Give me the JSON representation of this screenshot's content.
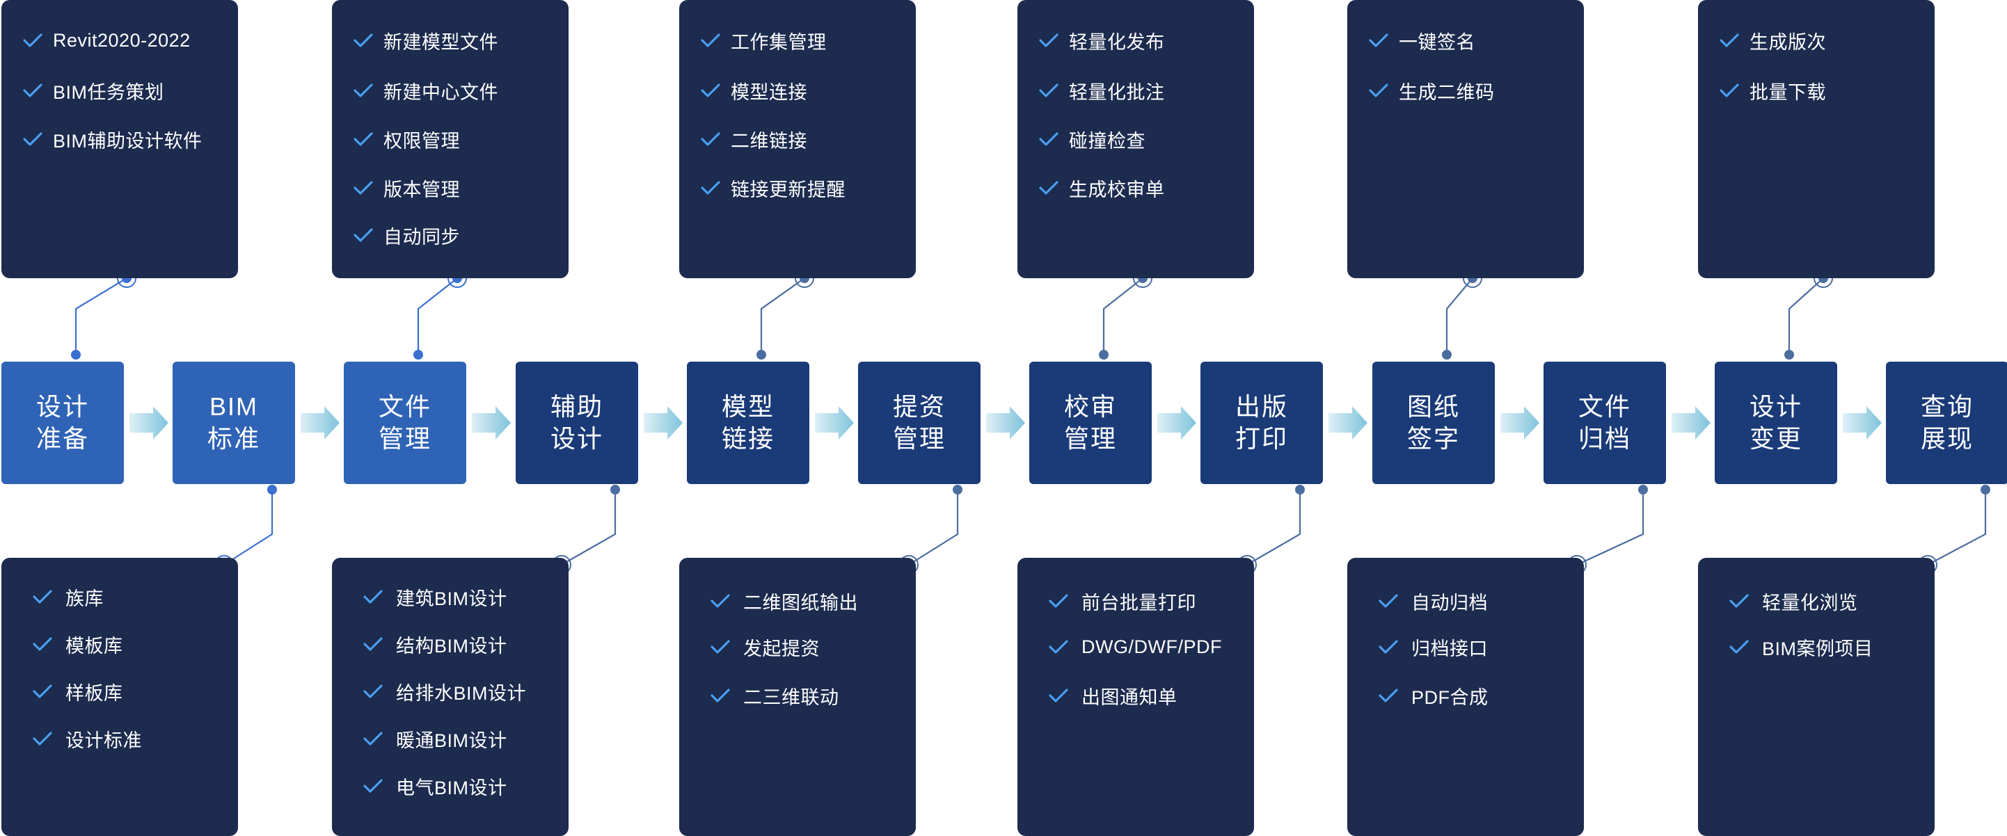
{
  "colors": {
    "card_bg": "#1c2b4e",
    "step_light": "#2f63b6",
    "step_dark": "#1a3a78",
    "check": "#4a9ef0",
    "connector": "#3b6fd0",
    "connector_dim": "#4b6da0",
    "arrow": "#7fc3dc"
  },
  "icons": {
    "check": "check-icon",
    "arrow": "arrow-right-icon",
    "node": "ring-node-icon"
  },
  "steps": [
    {
      "label": "设计\n准备",
      "shade": "light"
    },
    {
      "label": "BIM\n标准",
      "shade": "light"
    },
    {
      "label": "文件\n管理",
      "shade": "light"
    },
    {
      "label": "辅助\n设计",
      "shade": "dark"
    },
    {
      "label": "模型\n链接",
      "shade": "dark"
    },
    {
      "label": "提资\n管理",
      "shade": "dark"
    },
    {
      "label": "校审\n管理",
      "shade": "dark"
    },
    {
      "label": "出版\n打印",
      "shade": "dark"
    },
    {
      "label": "图纸\n签字",
      "shade": "dark"
    },
    {
      "label": "文件\n归档",
      "shade": "dark"
    },
    {
      "label": "设计\n变更",
      "shade": "dark"
    },
    {
      "label": "查询\n展现",
      "shade": "dark"
    }
  ],
  "cards_top": [
    {
      "step": 0,
      "items": [
        "Revit2020-2022",
        "BIM任务策划",
        "BIM辅助设计软件"
      ]
    },
    {
      "step": 2,
      "items": [
        "新建模型文件",
        "新建中心文件",
        "权限管理",
        "版本管理",
        "自动同步"
      ]
    },
    {
      "step": 4,
      "items": [
        "工作集管理",
        "模型连接",
        "二维链接",
        "链接更新提醒"
      ]
    },
    {
      "step": 6,
      "items": [
        "轻量化发布",
        "轻量化批注",
        "碰撞检查",
        "生成校审单"
      ]
    },
    {
      "step": 8,
      "items": [
        "一键签名",
        "生成二维码"
      ]
    },
    {
      "step": 10,
      "items": [
        "生成版次",
        "批量下载"
      ]
    }
  ],
  "cards_bottom": [
    {
      "step": 1,
      "items": [
        "族库",
        "模板库",
        "样板库",
        "设计标准"
      ]
    },
    {
      "step": 3,
      "items": [
        "建筑BIM设计",
        "结构BIM设计",
        "给排水BIM设计",
        "暖通BIM设计",
        "电气BIM设计"
      ]
    },
    {
      "step": 5,
      "items": [
        "二维图纸输出",
        "发起提资",
        "二三维联动"
      ]
    },
    {
      "step": 7,
      "items": [
        "前台批量打印",
        "DWG/DWF/PDF",
        "出图通知单"
      ]
    },
    {
      "step": 9,
      "items": [
        "自动归档",
        "归档接口",
        "PDF合成"
      ]
    },
    {
      "step": 11,
      "items": [
        "轻量化浏览",
        "BIM案例项目"
      ]
    }
  ]
}
